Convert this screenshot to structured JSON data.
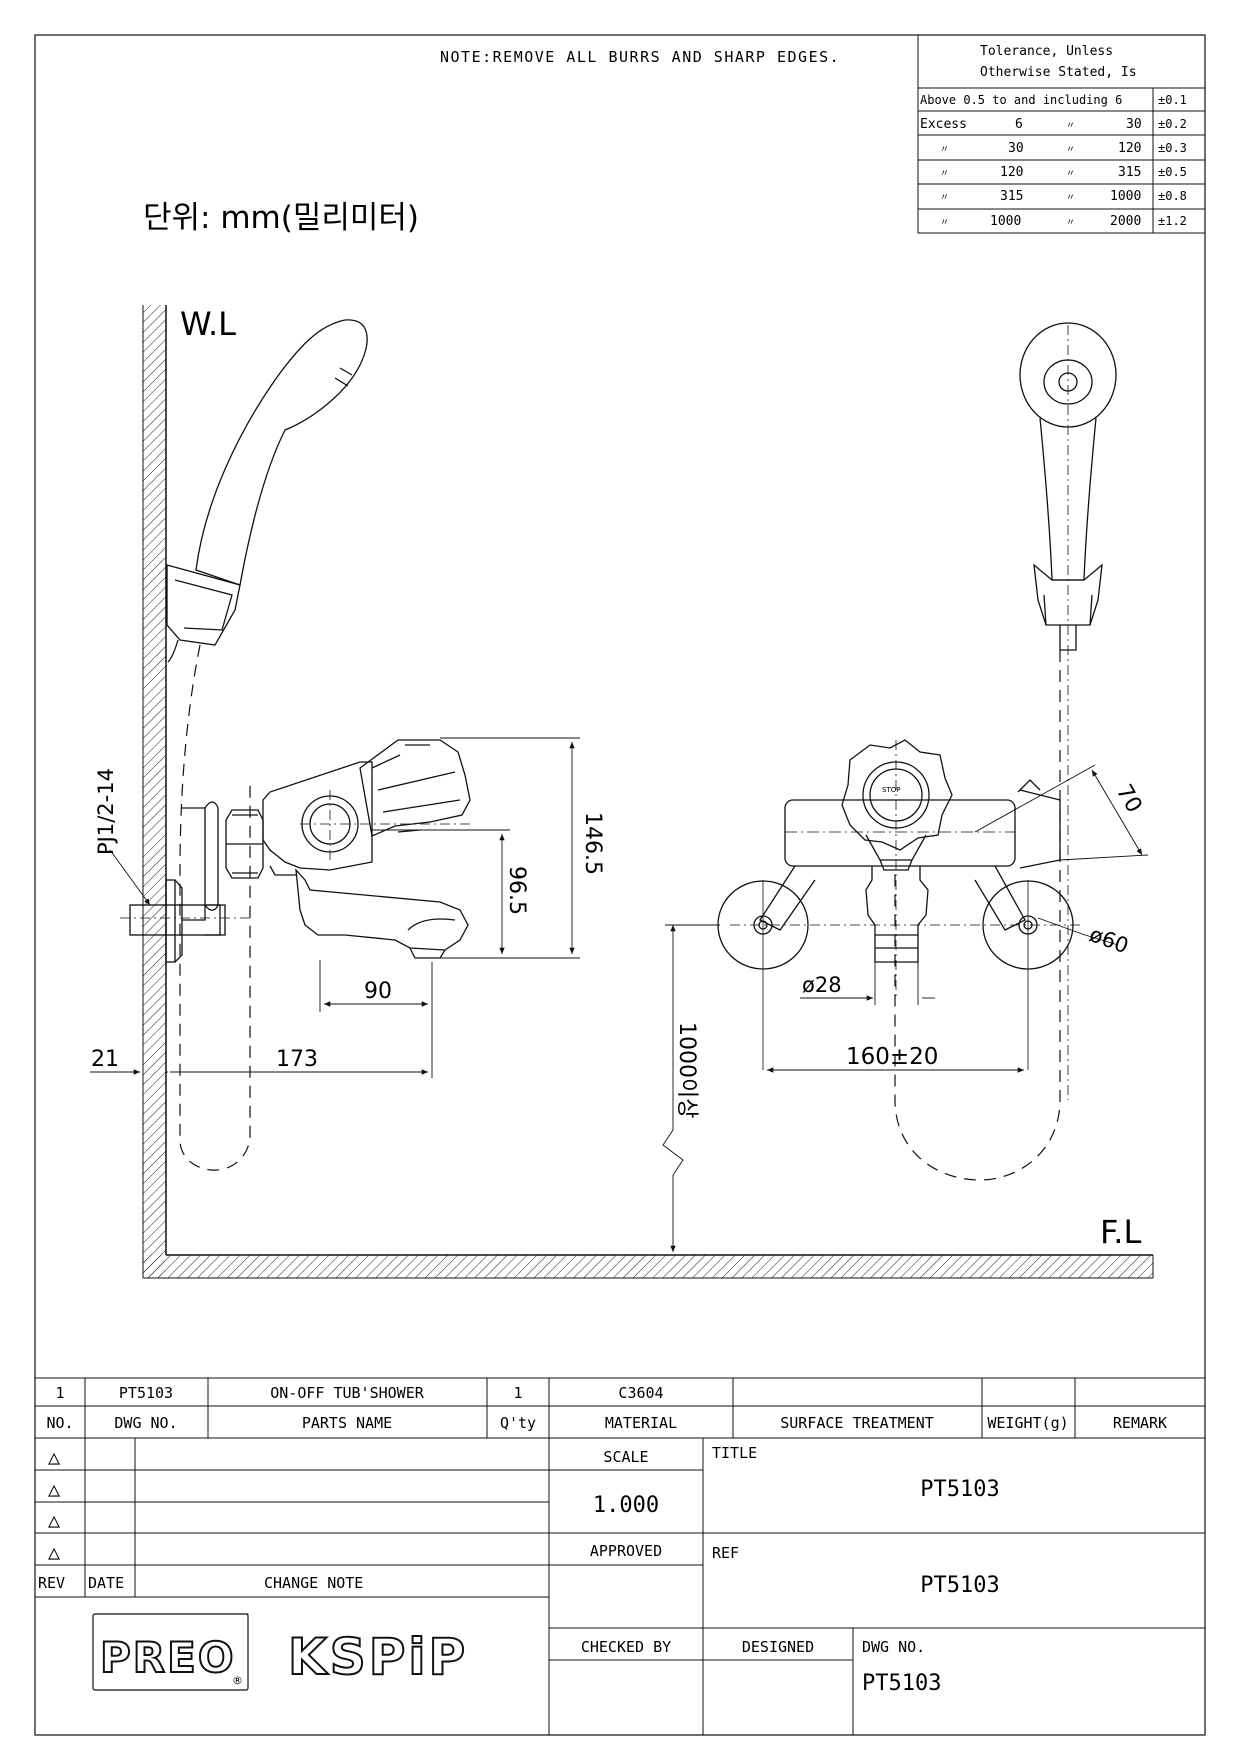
{
  "note": "NOTE:REMOVE ALL BURRS AND SHARP EDGES.",
  "tolerance": {
    "title_line1": "Tolerance, Unless",
    "title_line2": "Otherwise Stated, Is",
    "rows": [
      {
        "a": "Above 0.5 to and including 6",
        "b": "",
        "c": "",
        "d": "",
        "tol": "±0.1"
      },
      {
        "a": "Excess",
        "b": "6",
        "c": "〃",
        "d": "30",
        "tol": "±0.2"
      },
      {
        "a": "〃",
        "b": "30",
        "c": "〃",
        "d": "120",
        "tol": "±0.3"
      },
      {
        "a": "〃",
        "b": "120",
        "c": "〃",
        "d": "315",
        "tol": "±0.5"
      },
      {
        "a": "〃",
        "b": "315",
        "c": "〃",
        "d": "1000",
        "tol": "±0.8"
      },
      {
        "a": "〃",
        "b": "1000",
        "c": "〃",
        "d": "2000",
        "tol": "±1.2"
      }
    ]
  },
  "unit_label": "단위: mm(밀리미터)",
  "labels": {
    "wall": "W.L",
    "floor": "F.L",
    "thread": "PJ1/2-14",
    "height_from_floor": "1000이상"
  },
  "dimensions": {
    "d_146_5": "146.5",
    "d_96_5": "96.5",
    "d_90": "90",
    "d_21": "21",
    "d_173": "173",
    "d_70": "70",
    "d_phi60": "ø60",
    "d_phi28": "ø28",
    "d_160": "160±20"
  },
  "knob_text": "STOP",
  "parts_row": {
    "no": "1",
    "dwg_no": "PT5103",
    "parts_name": "ON-OFF TUB'SHOWER",
    "qty": "1",
    "material": "C3604",
    "surface": "",
    "weight": "",
    "remark": ""
  },
  "parts_header": {
    "no": "NO.",
    "dwg_no": "DWG NO.",
    "parts_name": "PARTS NAME",
    "qty": "Q'ty",
    "material": "MATERIAL",
    "surface": "SURFACE TREATMENT",
    "weight": "WEIGHT(g)",
    "remark": "REMARK"
  },
  "title_block": {
    "scale_label": "SCALE",
    "scale_value": "1.000",
    "title_label": "TITLE",
    "title_value": "PT5103",
    "approved_label": "APPROVED",
    "ref_label": "REF",
    "ref_value": "PT5103",
    "rev_label": "REV",
    "date_label": "DATE",
    "change_note_label": "CHANGE NOTE",
    "checked_label": "CHECKED BY",
    "designed_label": "DESIGNED",
    "dwg_no_label": "DWG NO.",
    "dwg_no_value": "PT5103",
    "rev_symbol": "△"
  },
  "logos": {
    "preo": "PREO",
    "kspip": "KSPiP",
    "registered": "®"
  }
}
